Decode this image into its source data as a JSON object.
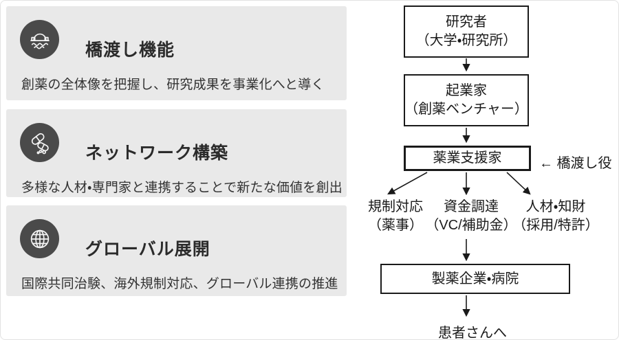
{
  "colors": {
    "card_bg": "#e9e9e9",
    "icon_bg": "#4a4a4a",
    "icon_stroke": "#f5f5f5",
    "line": "#1a1a1a",
    "title_text": "#2b2b2b",
    "body_text": "#333333"
  },
  "features": [
    {
      "icon": "bridge-icon",
      "title": "橋渡し機能",
      "description": "創薬の全体像を把握し、研究成果を事業化へと導く"
    },
    {
      "icon": "capsules-icon",
      "title": "ネットワーク構築",
      "description": "多様な人材・専門家と連携することで新たな価値を創出"
    },
    {
      "icon": "globe-icon",
      "title": "グローバル展開",
      "description": "国際共同治験、海外規制対応、グローバル連携の推進"
    }
  ],
  "flow": {
    "researcher": {
      "line1": "研究者",
      "line2": "（大学・研究所）"
    },
    "entrepreneur": {
      "line1": "起業家",
      "line2": "（創薬ベンチャー）"
    },
    "supporter": {
      "label": "薬業支援家"
    },
    "annotation": "← 橋渡し役",
    "branches": [
      {
        "line1": "規制対応",
        "line2": "（薬事）"
      },
      {
        "line1": "資金調達",
        "line2": "（VC/補助金）"
      },
      {
        "line1": "人材・知財",
        "line2": "（採用/特許）"
      }
    ],
    "pharma": "製薬企業・病院",
    "patients": "患者さんへ"
  }
}
